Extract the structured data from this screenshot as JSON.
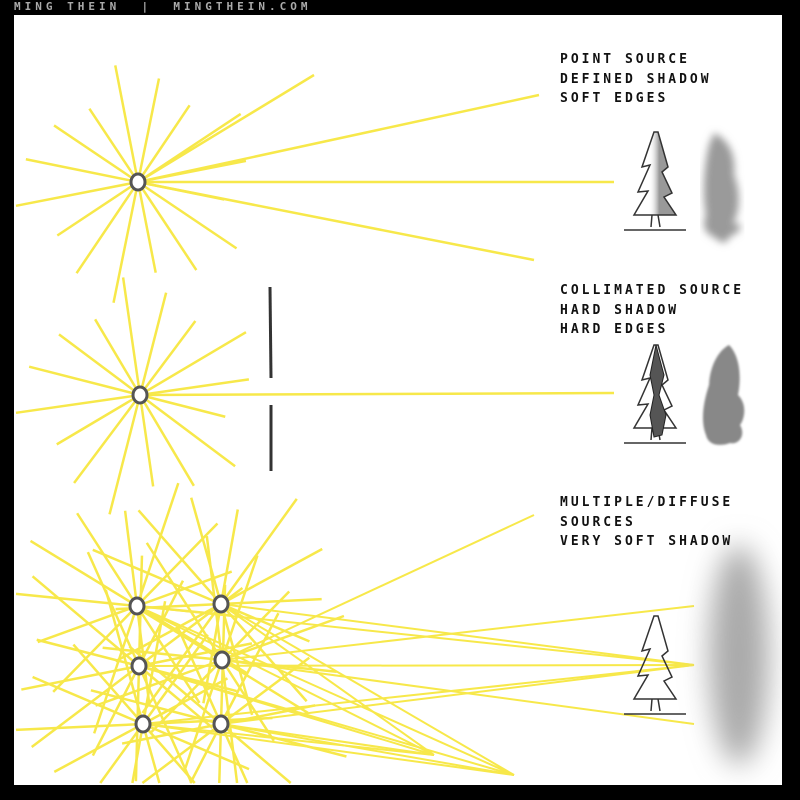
{
  "header": {
    "name": "MING THEIN",
    "separator": "|",
    "site": "MINGTHEIN.COM"
  },
  "sections": [
    {
      "lines": [
        "POINT SOURCE",
        "DEFINED SHADOW",
        "SOFT EDGES"
      ]
    },
    {
      "lines": [
        "COLLIMATED SOURCE",
        "HARD SHADOW",
        "HARD EDGES"
      ]
    },
    {
      "lines": [
        "MULTIPLE/DIFFUSE",
        "SOURCES",
        "VERY SOFT SHADOW"
      ]
    }
  ],
  "colors": {
    "ray": "#f7e84a",
    "source": "#555555",
    "shadow": "#9a9a9a"
  }
}
